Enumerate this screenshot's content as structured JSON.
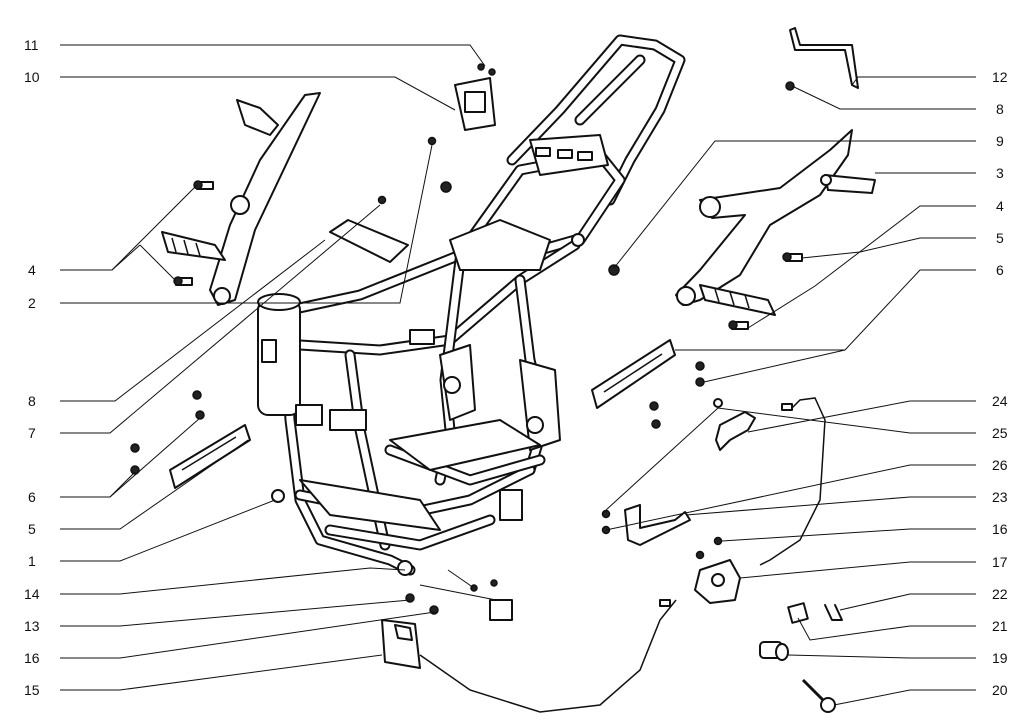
{
  "callouts": {
    "left": [
      {
        "id": "11",
        "label": "11"
      },
      {
        "id": "10",
        "label": "10"
      },
      {
        "id": "4",
        "label": "4"
      },
      {
        "id": "2",
        "label": "2"
      },
      {
        "id": "8",
        "label": "8"
      },
      {
        "id": "7",
        "label": "7"
      },
      {
        "id": "6",
        "label": "6"
      },
      {
        "id": "5",
        "label": "5"
      },
      {
        "id": "1",
        "label": "1"
      },
      {
        "id": "14",
        "label": "14"
      },
      {
        "id": "13",
        "label": "13"
      },
      {
        "id": "16",
        "label": "16"
      },
      {
        "id": "15",
        "label": "15"
      }
    ],
    "right": [
      {
        "id": "12",
        "label": "12"
      },
      {
        "id": "8",
        "label": "8"
      },
      {
        "id": "9",
        "label": "9"
      },
      {
        "id": "3",
        "label": "3"
      },
      {
        "id": "4",
        "label": "4"
      },
      {
        "id": "5",
        "label": "5"
      },
      {
        "id": "6",
        "label": "6"
      },
      {
        "id": "24",
        "label": "24"
      },
      {
        "id": "25",
        "label": "25"
      },
      {
        "id": "26",
        "label": "26"
      },
      {
        "id": "23",
        "label": "23"
      },
      {
        "id": "16",
        "label": "16"
      },
      {
        "id": "17",
        "label": "17"
      },
      {
        "id": "22",
        "label": "22"
      },
      {
        "id": "21",
        "label": "21"
      },
      {
        "id": "19",
        "label": "19"
      },
      {
        "id": "20",
        "label": "20"
      }
    ]
  }
}
